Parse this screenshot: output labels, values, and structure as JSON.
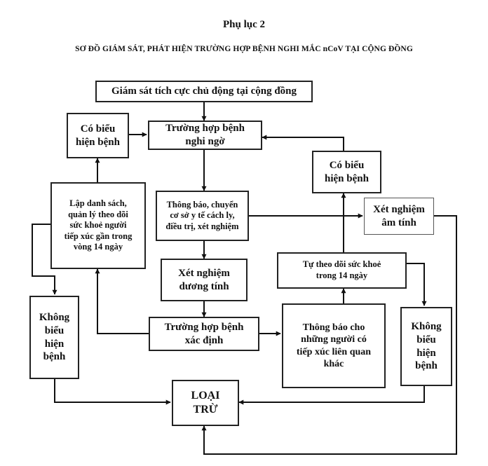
{
  "header": {
    "title": "Phụ lục 2",
    "subtitle": "SƠ ĐỒ GIÁM SÁT, PHÁT HIỆN TRƯỜNG HỢP BỆNH NGHI MẮC nCoV TẠI CỘNG ĐỒNG"
  },
  "nodes": {
    "monitor": "Giám sát tích cực chủ động tại cộng đồng",
    "suspected": "Trường hợp bệnh\nnghi ngờ",
    "symptoms_left": "Có biểu\nhiện bệnh",
    "contact_list": "Lập danh sách,\nquản lý theo dõi\nsức khoẻ người\ntiếp xúc gần trong\nvòng 14 ngày",
    "notify_isolate": "Thông báo, chuyển\ncơ sở y tế cách ly,\nđiều trị, xét nghiệm",
    "negative": "Xét nghiệm\nâm tính",
    "symptoms_right": "Có biểu\nhiện bệnh",
    "self_monitor": "Tự theo dõi sức khoẻ\ntrong 14 ngày",
    "positive": "Xét nghiệm\ndương tính",
    "confirmed": "Trường hợp bệnh\nxác định",
    "notify_contacts": "Thông báo cho\nnhững người có\ntiếp xúc liên quan\nkhác",
    "no_symptoms_left": "Không\nbiểu\nhiện\nbệnh",
    "no_symptoms_right": "Không\nbiểu\nhiện\nbệnh",
    "exclude": "LOẠI\nTRỪ"
  }
}
